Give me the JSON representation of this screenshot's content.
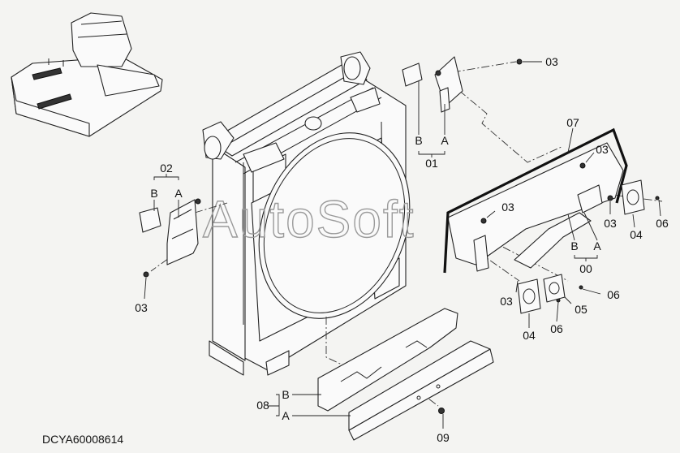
{
  "diagram": {
    "drawing_code": "DCYA60008614",
    "watermark": "AutoSoft",
    "callouts": {
      "c02": "02",
      "c02b": "B",
      "c02a": "A",
      "c01": "01",
      "c01b": "B",
      "c01a": "A",
      "c00": "00",
      "c00b": "B",
      "c00a": "A",
      "c03_top": "03",
      "c03_left": "03",
      "c03_mid": "03",
      "c03_upright": "03",
      "c03_right": "03",
      "c03_low": "03",
      "c04_right": "04",
      "c04_low": "04",
      "c05": "05",
      "c06_right": "06",
      "c06_mid": "06",
      "c06_low": "06",
      "c07": "07",
      "c08": "08",
      "c08b": "B",
      "c08a": "A",
      "c09": "09"
    }
  }
}
